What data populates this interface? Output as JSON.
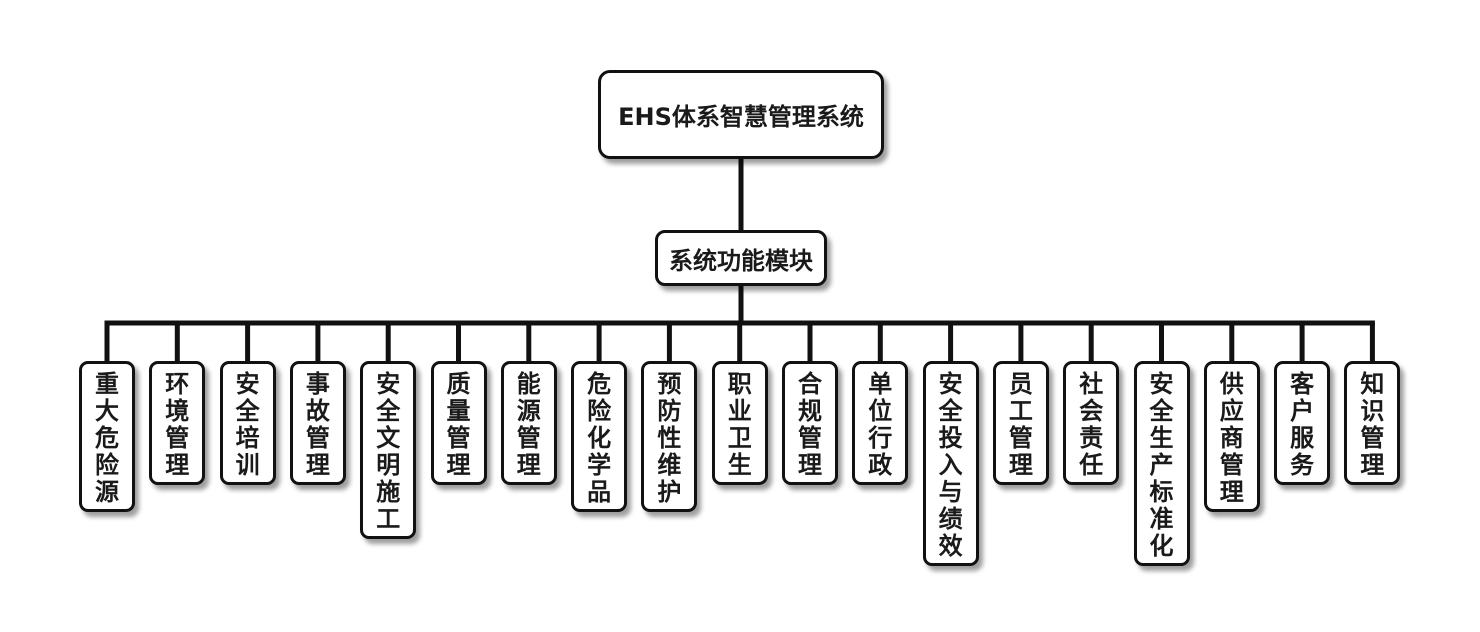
{
  "root": {
    "label": "EHS体系智慧管理系统"
  },
  "middle": {
    "label": "系统功能模块"
  },
  "modules": [
    "重大危险源",
    "环境管理",
    "安全培训",
    "事故管理",
    "安全文明施工",
    "质量管理",
    "能源管理",
    "危险化学品",
    "预防性维护",
    "职业卫生",
    "合规管理",
    "单位行政",
    "安全投入与绩效",
    "员工管理",
    "社会责任",
    "安全生产标准化",
    "供应商管理",
    "客户服务",
    "知识管理"
  ],
  "colors": {
    "line": "#111111",
    "box_border": "#111111",
    "box_fill": "#ffffff",
    "text": "#1a1a1a"
  }
}
